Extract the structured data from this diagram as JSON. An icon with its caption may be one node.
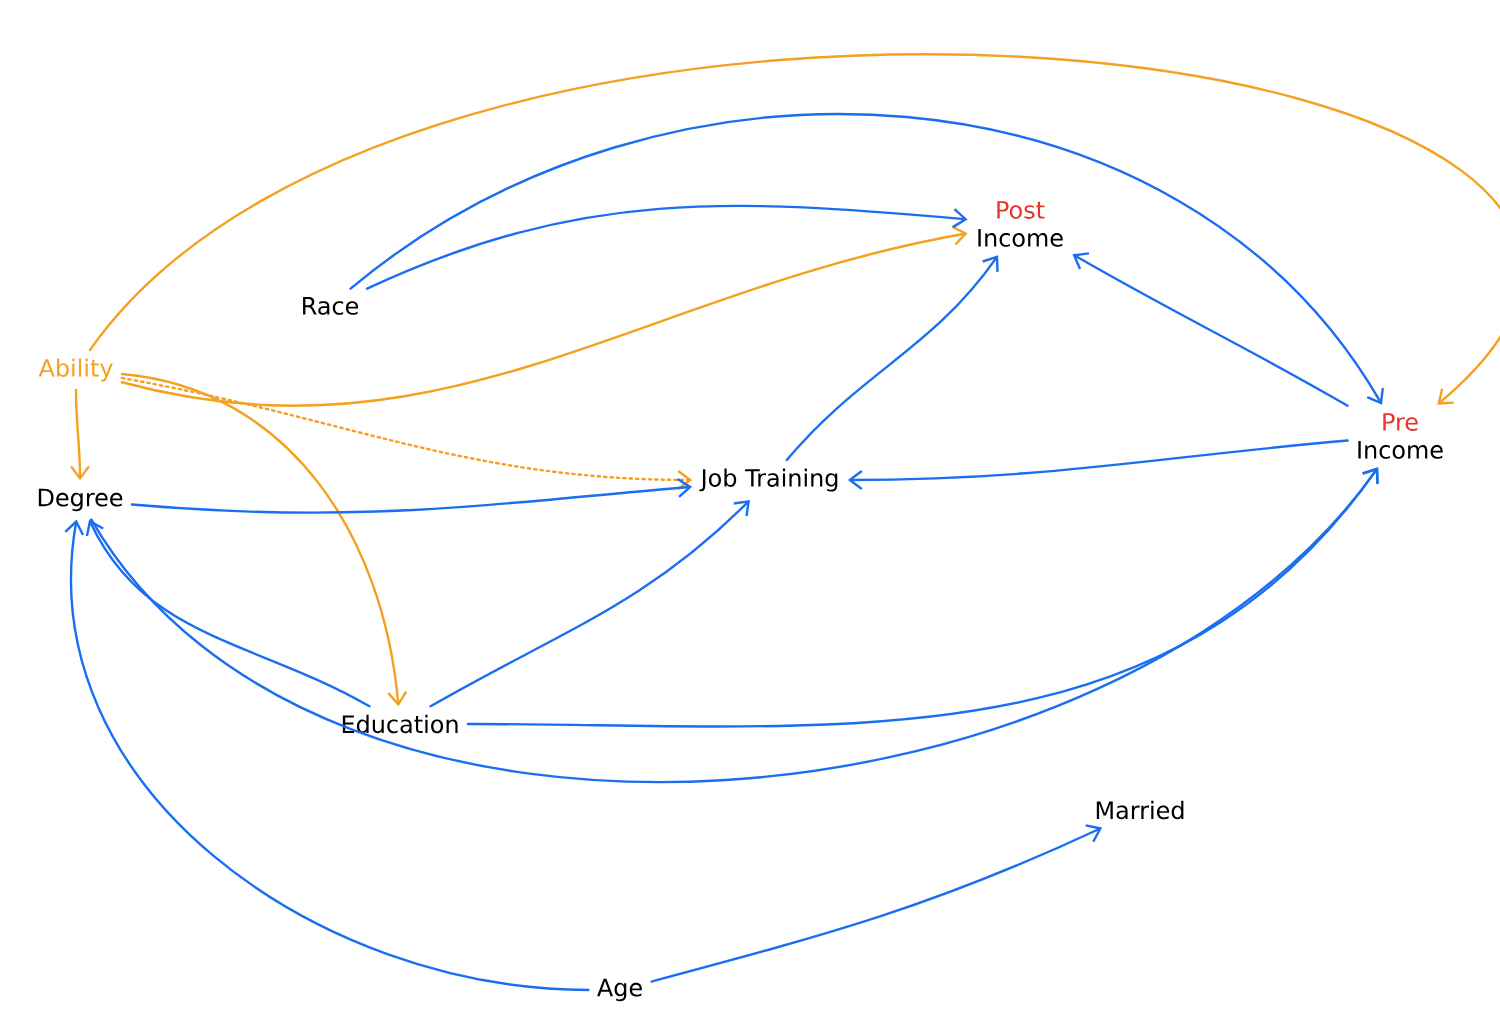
{
  "diagram": {
    "nodes": [
      {
        "text": [
          "Ability"
        ]
      },
      {
        "text": [
          "Race"
        ]
      },
      {
        "text": [
          "Post",
          "Income"
        ]
      },
      {
        "text": [
          "Degree"
        ]
      },
      {
        "text": [
          "Job Training"
        ]
      },
      {
        "text": [
          "Pre",
          "Income"
        ]
      },
      {
        "text": [
          "Education"
        ]
      },
      {
        "text": [
          "Married"
        ]
      },
      {
        "text": [
          "Age"
        ]
      }
    ],
    "edges": [
      {
        "from": 0,
        "to": 5,
        "arrow": "to",
        "color": "#f5a020"
      },
      {
        "from": 0,
        "to": 2,
        "arrow": "to",
        "color": "#f5a020"
      },
      {
        "from": 0,
        "to": 3,
        "arrow": "to",
        "color": "#f5a020"
      },
      {
        "from": 0,
        "to": 6,
        "arrow": "to",
        "color": "#f5a020"
      },
      {
        "from": 0,
        "to": 4,
        "arrow": "to",
        "color": "#f5a020",
        "style": "dashed"
      },
      {
        "from": 1,
        "to": 2,
        "arrow": "to"
      },
      {
        "from": 1,
        "to": 5,
        "arrow": "to"
      },
      {
        "from": 5,
        "to": 2,
        "arrow": "to"
      },
      {
        "from": 5,
        "to": 4,
        "arrow": "to"
      },
      {
        "from": 4,
        "to": 2,
        "arrow": "to"
      },
      {
        "from": 3,
        "to": 4,
        "arrow": "to"
      },
      {
        "from": 6,
        "to": 4,
        "arrow": "to"
      },
      {
        "from": 6,
        "to": 3,
        "arrow": "to"
      },
      {
        "from": 6,
        "to": 5,
        "arrow": "to"
      },
      {
        "from": 3,
        "to": 5,
        "arrow": "to"
      },
      {
        "from": 8,
        "to": 3,
        "arrow": "to"
      },
      {
        "from": 8,
        "to": 7,
        "arrow": "to"
      }
    ]
  }
}
